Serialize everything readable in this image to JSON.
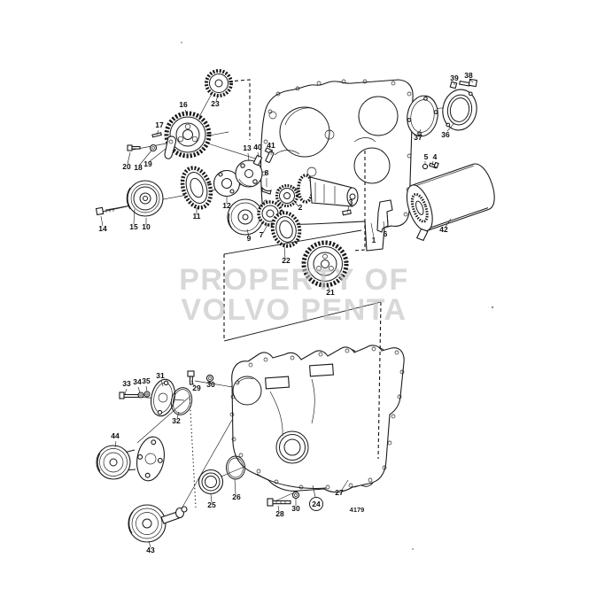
{
  "diagram": {
    "watermark_line1": "PROPERTY OF",
    "watermark_line2": "VOLVO PENTA",
    "drawing_number": "4179",
    "part_numbers": {
      "n1": "1",
      "n2": "2",
      "n3": "3",
      "n4": "4",
      "n5": "5",
      "n6": "6",
      "n7": "7",
      "n8": "8",
      "n9": "9",
      "n10": "10",
      "n11": "11",
      "n12": "12",
      "n13": "13",
      "n14": "14",
      "n15": "15",
      "n16": "16",
      "n17": "17",
      "n18": "18",
      "n19": "19",
      "n20": "20",
      "n21": "21",
      "n22": "22",
      "n23": "23",
      "n24": "24",
      "n25": "25",
      "n26": "26",
      "n27": "27",
      "n28": "28",
      "n29": "29",
      "n30": "30",
      "n31": "31",
      "n32": "32",
      "n33": "33",
      "n34": "34",
      "n35": "35",
      "n36": "36",
      "n37": "37",
      "n38": "38",
      "n39": "39",
      "n40": "40",
      "n41": "41",
      "n42": "42",
      "n43": "43",
      "n44": "44"
    }
  }
}
